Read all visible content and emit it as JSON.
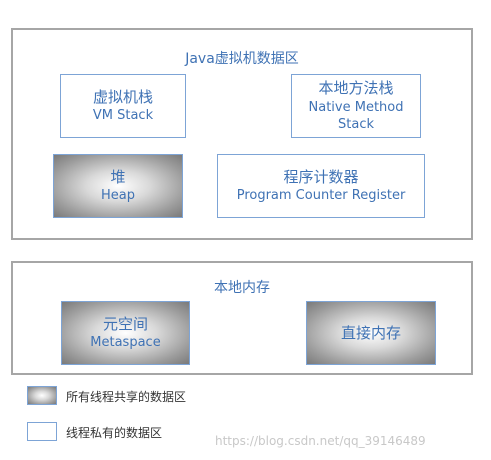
{
  "jvm_area": {
    "title": "Java虚拟机数据区",
    "vm_stack": {
      "zh": "虚拟机栈",
      "en": "VM Stack"
    },
    "native_method_stack": {
      "zh": "本地方法栈",
      "en_line1": "Native Method",
      "en_line2": "Stack"
    },
    "heap": {
      "zh": "堆",
      "en": "Heap"
    },
    "program_counter": {
      "zh": "程序计数器",
      "en": "Program Counter Register"
    }
  },
  "native_memory": {
    "title": "本地内存",
    "metaspace": {
      "zh": "元空间",
      "en": "Metaspace"
    },
    "direct_memory": {
      "zh": "直接内存"
    }
  },
  "legend": {
    "shared_label": "所有线程共享的数据区",
    "private_label": "线程私有的数据区"
  },
  "watermark": "https://blog.csdn.net/qq_39146489",
  "colors": {
    "text_blue": "#3f72b4",
    "box_border": "#7da4d6",
    "region_border": "#a6a6a6"
  }
}
